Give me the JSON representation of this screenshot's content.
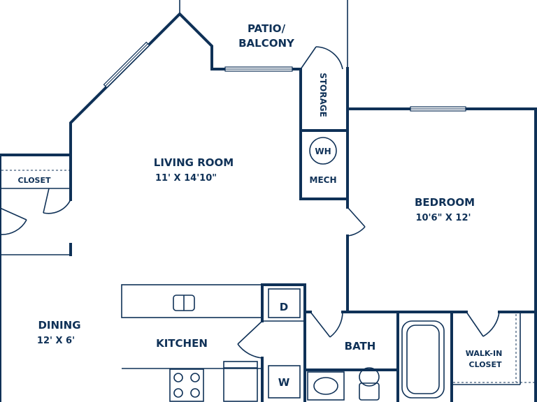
{
  "colors": {
    "wall": "#0f3157",
    "background": "#ffffff"
  },
  "rooms": {
    "patio": {
      "line1": "PATIO/",
      "line2": "BALCONY"
    },
    "storage": {
      "label": "STORAGE"
    },
    "mech": {
      "label": "MECH",
      "heater": "WH"
    },
    "living": {
      "label": "LIVING ROOM",
      "dims": "11' X 14'10\""
    },
    "bedroom": {
      "label": "BEDROOM",
      "dims": "10'6\" X 12'"
    },
    "closet": {
      "label": "CLOSET"
    },
    "dining": {
      "label": "DINING",
      "dims": "12' X 6'"
    },
    "kitchen": {
      "label": "KITCHEN"
    },
    "bath": {
      "label": "BATH"
    },
    "walkin": {
      "line1": "WALK-IN",
      "line2": "CLOSET"
    }
  },
  "appliances": {
    "dryer": "D",
    "washer": "W"
  }
}
